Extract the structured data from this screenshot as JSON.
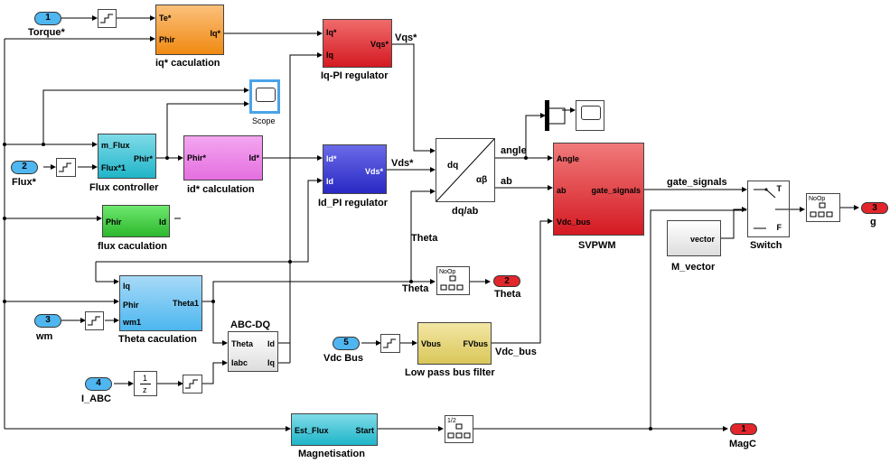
{
  "ports": {
    "in1": {
      "num": "1",
      "label": "Torque*"
    },
    "in2": {
      "num": "2",
      "label": "Flux*"
    },
    "in3": {
      "num": "3",
      "label": "wm"
    },
    "in4": {
      "num": "4",
      "label": "I_ABC"
    },
    "in5": {
      "num": "5",
      "label": "Vdc Bus"
    },
    "out1": {
      "num": "1",
      "label": "MagC"
    },
    "out2": {
      "num": "2",
      "label": "Theta"
    },
    "out3": {
      "num": "3",
      "label": "g"
    }
  },
  "blocks": {
    "iq_calc": {
      "name": "iq* caculation",
      "in1": "Te*",
      "in2": "Phir",
      "out1": "Iq*"
    },
    "iq_pi": {
      "name": "Iq-PI regulator",
      "in1": "Iq*",
      "in2": "Iq",
      "out1": "Vqs*"
    },
    "scope": {
      "name": "Scope"
    },
    "flux_ctrl": {
      "name": "Flux controller",
      "in1": "m_Flux",
      "in2": "Flux*1",
      "out1": "Phir*"
    },
    "id_calc": {
      "name": "id* calculation",
      "in1": "Phir*",
      "out1": "Id*"
    },
    "id_pi": {
      "name": "Id_PI regulator",
      "in1": "Id*",
      "in2": "Id",
      "out1": "Vds*"
    },
    "dqab": {
      "name": "dq/ab",
      "top": "dq",
      "bottom": "αβ"
    },
    "svpwm": {
      "name": "SVPWM",
      "in1": "Angle",
      "in2": "ab",
      "in3": "Vdc_bus",
      "out1": "gate_signals"
    },
    "flux_calc": {
      "name": "flux caculation",
      "in1": "Phir",
      "out1": "Id"
    },
    "theta_calc": {
      "name": "Theta caculation",
      "in1": "Iq",
      "in2": "Phir",
      "in3": "wm1",
      "out1": "Theta1"
    },
    "abcdq": {
      "name": "ABC-DQ",
      "in1": "Theta",
      "in2": "Iabc",
      "out1": "Id",
      "out2": "Iq"
    },
    "lowpass": {
      "name": "Low pass bus filter",
      "in1": "Vbus",
      "out1": "FVbus"
    },
    "magnet": {
      "name": "Magnetisation",
      "in1": "Est_Flux",
      "out1": "Start"
    },
    "mvector": {
      "name": "M_vector",
      "out1": "vector"
    },
    "switch": {
      "name": "Switch",
      "t": "T",
      "f": "F"
    },
    "unitdelay": {
      "num": "1",
      "den": "z"
    },
    "noop": {
      "text": "NoOp"
    },
    "rate": {
      "text": "1/2"
    }
  },
  "signals": {
    "vqs": "Vqs*",
    "vds": "Vds*",
    "angle": "angle",
    "ab": "ab",
    "theta_top": "Theta",
    "theta_mid": "Theta",
    "gate": "gate_signals",
    "vdc": "Vdc_bus"
  },
  "colors": {
    "iq_calc": "#f39a2b",
    "iq_pi": "#e0252c",
    "flux_ctrl": "#1fb5c9",
    "id_calc": "#e46fe0",
    "id_pi": "#2929c4",
    "svpwm": "#e0252c",
    "flux_calc": "#2db82d",
    "theta_calc": "#4cb6ef",
    "lowpass": "#d9c75a",
    "magnet": "#1fb5c9",
    "port_in": "#4fb6f0",
    "port_out": "#e3262c"
  }
}
